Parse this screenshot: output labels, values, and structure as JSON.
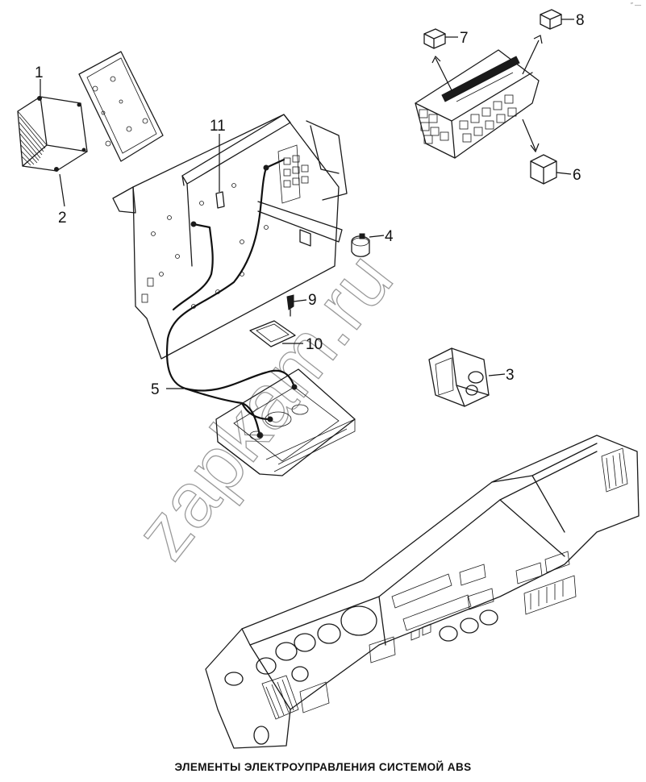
{
  "caption": "ЭЛЕМЕНТЫ ЭЛЕКТРОУПРАВЛЕНИЯ СИСТЕМОЙ ABS",
  "watermark": "zapkam.ru",
  "corner_mark": "″ —",
  "callouts": {
    "c1": "1",
    "c2": "2",
    "c3": "3",
    "c4": "4",
    "c5": "5",
    "c6": "6",
    "c7": "7",
    "c8": "8",
    "c9": "9",
    "c10": "10",
    "c11": "11"
  },
  "parts": [
    "abs-control-unit",
    "unit-bracket",
    "dashboard-switch",
    "connector",
    "wiring-harness",
    "relay-6",
    "relay-7",
    "relay-8",
    "fastener",
    "gasket",
    "clip"
  ]
}
